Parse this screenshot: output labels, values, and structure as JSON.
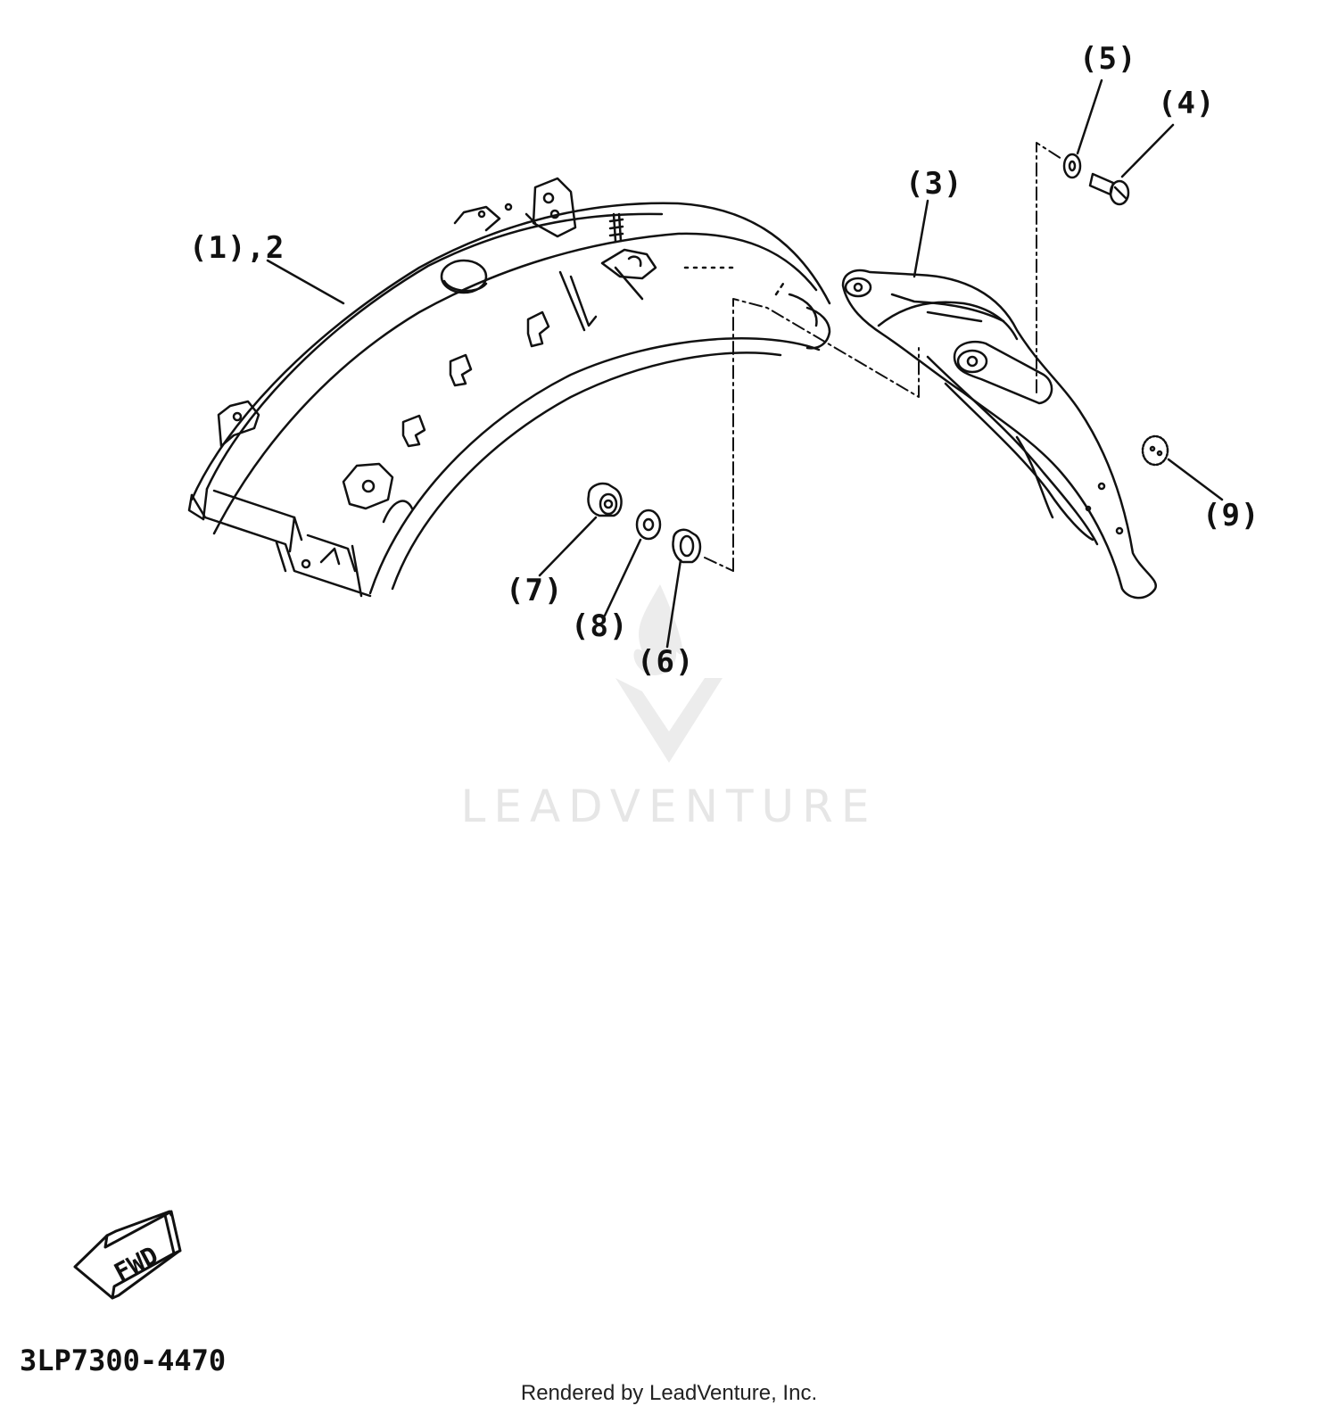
{
  "diagram": {
    "callouts": {
      "fender_rear": "(1),2",
      "stay": "(3)",
      "bolt": "(4)",
      "washer_top": "(5)",
      "collar": "(6)",
      "nut": "(7)",
      "washer_bottom": "(8)",
      "cap": "(9)"
    },
    "fwd_label": "FWD",
    "diagram_code": "3LP7300-4470"
  },
  "watermark": {
    "text": "LEADVENTURE"
  },
  "footer": {
    "credit": "Rendered by LeadVenture, Inc."
  },
  "colors": {
    "line": "#111111",
    "watermark": "#e6e6e6",
    "background": "#ffffff"
  }
}
